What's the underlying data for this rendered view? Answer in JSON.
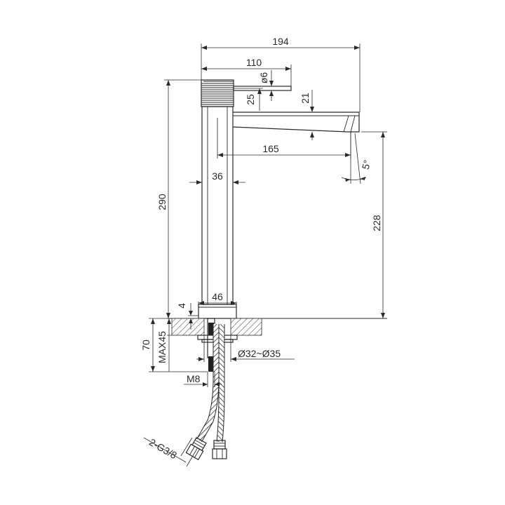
{
  "dimensions": {
    "overall_width": "194",
    "handle_reach": "110",
    "handle_diameter": "ø6",
    "handle_height": "25",
    "spout_height": "21",
    "spout_reach": "165",
    "spout_angle": "5°",
    "total_height": "290",
    "outlet_height": "228",
    "body_width": "36",
    "base_width": "46",
    "base_thickness": "4",
    "counter_max": "MAX45",
    "mount_depth": "70",
    "hole_diameter": "Ø32~Ø35",
    "thread": "M8",
    "hose_connection": "2-G3/8"
  }
}
